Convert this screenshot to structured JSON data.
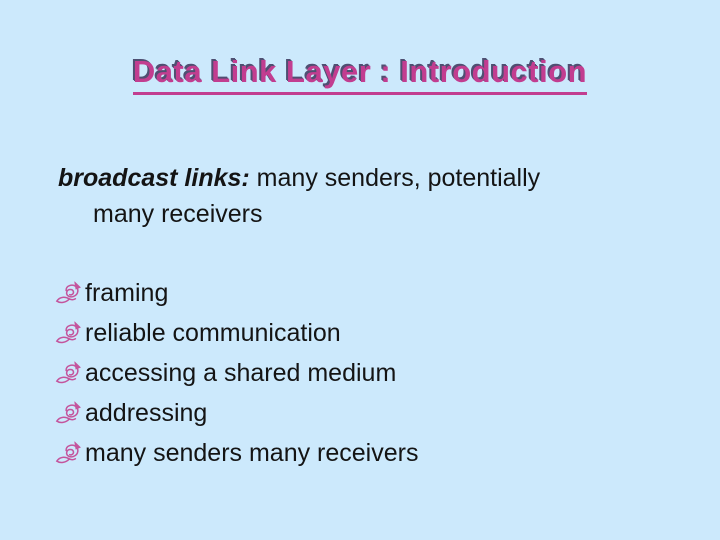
{
  "slide": {
    "background_color": "#cce9fc",
    "title": {
      "text": "Data Link Layer : Introduction",
      "color": "#c23d90",
      "shadow_color": "#4f4f72",
      "underlined": true
    },
    "intro": {
      "lead": "broadcast links:",
      "rest": " many senders, potentially",
      "line2": "many receivers",
      "color": "#141414"
    },
    "bullets": {
      "icon": "rose-icon",
      "icon_color": "#c4559d",
      "items": [
        "framing",
        "reliable communication",
        "accessing a shared medium",
        "addressing",
        "many senders many receivers"
      ]
    }
  }
}
